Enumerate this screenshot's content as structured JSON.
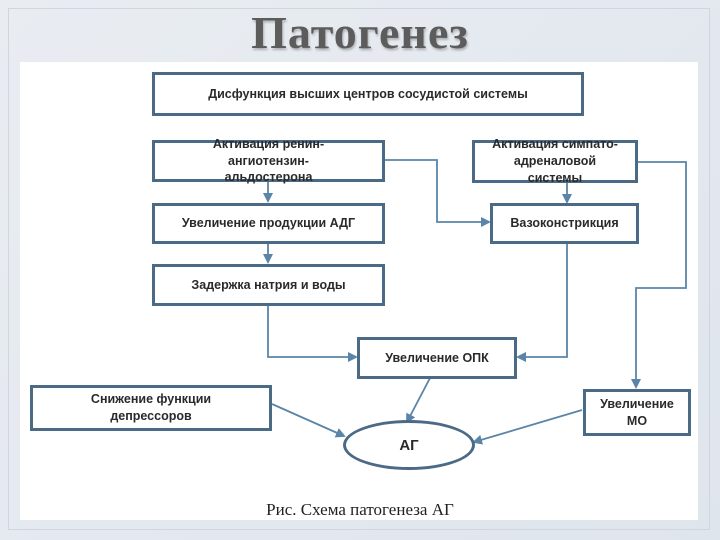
{
  "title": "Патогенез",
  "nodes": {
    "dysfunction": "Дисфункция высших центров сосудистой системы",
    "raas": "Активация ренин-ангиотензин-альдостерона",
    "sympatho": "Активация симпато-адреналовой системы",
    "adh": "Увеличение продукции АДГ",
    "vasoconstriction": "Вазоконстрикция",
    "sodium": "Задержка натрия и воды",
    "opk": "Увеличение ОПК",
    "depressors": "Снижение функции депрессоров",
    "mo": "Увеличение МО",
    "ag": "АГ"
  },
  "colors": {
    "box_border": "#4b6a86",
    "arrow": "#5b85a8"
  },
  "caption": "Рис. Схема патогенеза АГ"
}
